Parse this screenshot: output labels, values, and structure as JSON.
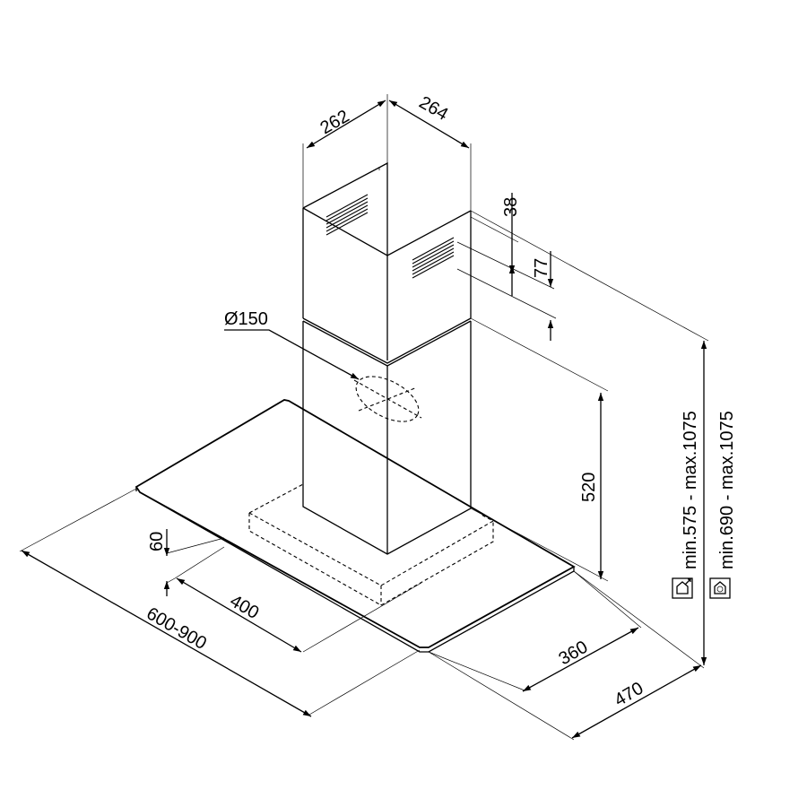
{
  "dimensions": {
    "duct_width": "262",
    "duct_depth": "264",
    "vent_top_offset": "38",
    "vent_height": "77",
    "outlet_diameter": "Ø150",
    "lower_duct_height": "520",
    "canopy_thickness": "60",
    "canopy_offset": "400",
    "canopy_width": "600-900",
    "canopy_side": "360",
    "canopy_depth": "470",
    "height_extraction": "min.575 - max.1075",
    "height_recirculation": "min.690 - max.1075"
  },
  "icons": {
    "extraction": "extraction-mode-icon",
    "recirculation": "recirculation-mode-icon"
  }
}
